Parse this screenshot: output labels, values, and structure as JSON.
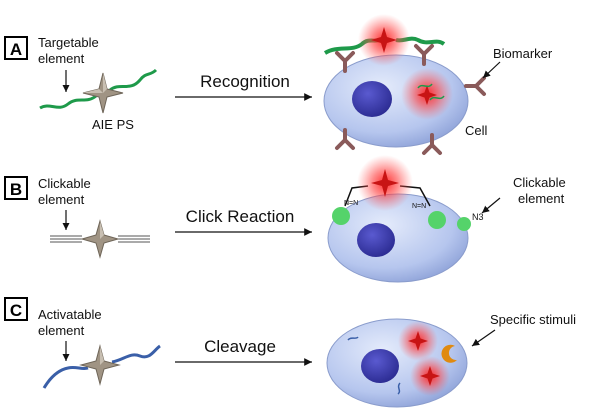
{
  "panels": [
    {
      "letter": "A",
      "element_label_line1": "Targetable",
      "element_label_line2": "element",
      "ps_label": "AIE PS",
      "process": "Recognition",
      "right_label": "Biomarker",
      "cell_label": "Cell"
    },
    {
      "letter": "B",
      "element_label_line1": "Clickable",
      "element_label_line2": "element",
      "process": "Click Reaction",
      "right_label_line1": "Clickable",
      "right_label_line2": "element",
      "azide": "N3"
    },
    {
      "letter": "C",
      "element_label_line1": "Activatable",
      "element_label_line2": "element",
      "process": "Cleavage",
      "right_label": "Specific stimuli"
    }
  ],
  "colors": {
    "cell_fill": "#b9c8ef",
    "nucleus": "#3f3fb0",
    "star_red": "#d81b1b",
    "glow": "#ff3b3b",
    "green_chain": "#1e9a4a",
    "blue_chain": "#3a5fa8",
    "biomarker": "#8a5a5a",
    "click_green": "#55d36a",
    "stimuli": "#e08a10",
    "ps_grey": "#9a8f80"
  }
}
